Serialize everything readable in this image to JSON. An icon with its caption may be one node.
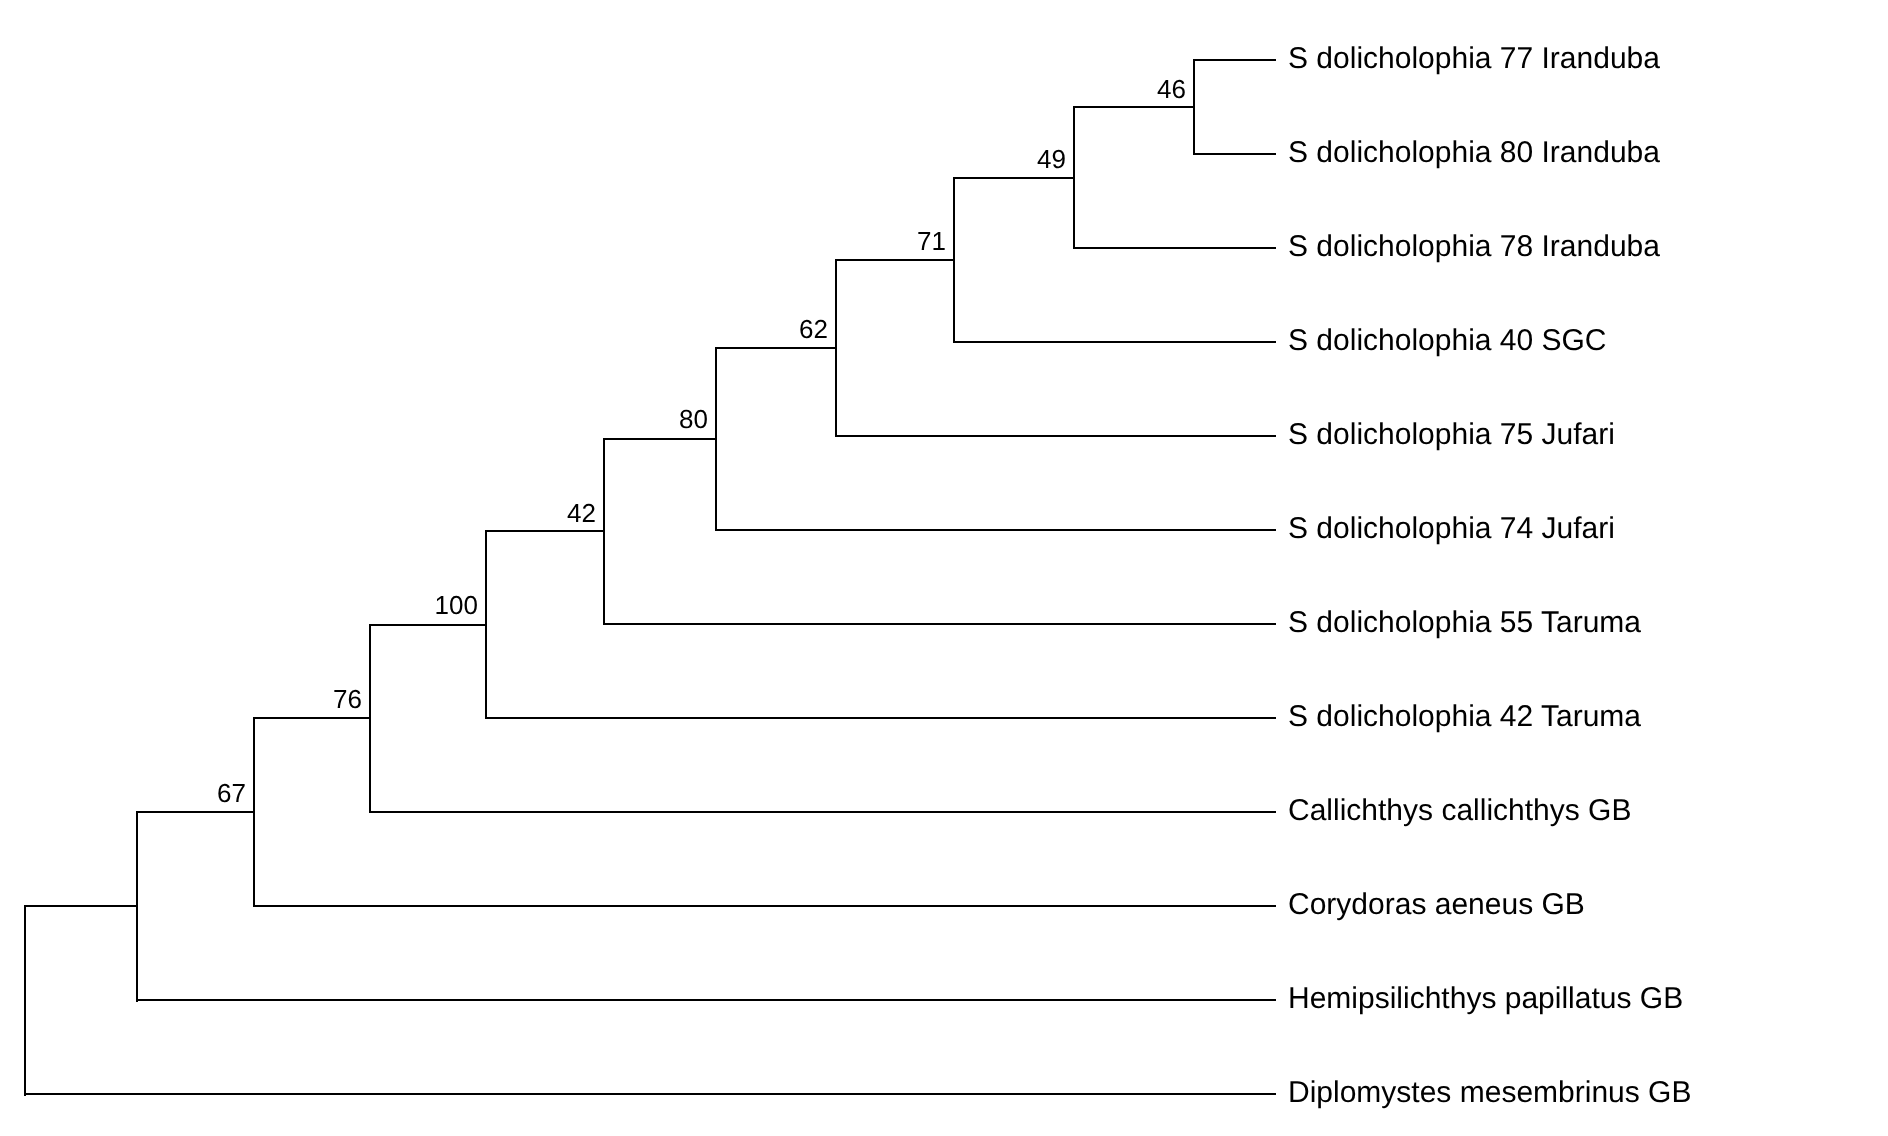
{
  "diagram": {
    "nodes": [
      {
        "text": [
          "S dolicholophia 77 Iranduba"
        ]
      },
      {
        "text": [
          "S dolicholophia 80 Iranduba"
        ]
      },
      {
        "text": [
          "S dolicholophia 78 Iranduba"
        ]
      },
      {
        "text": [
          "S dolicholophia 40 SGC"
        ]
      },
      {
        "text": [
          "S dolicholophia 75 Jufari"
        ]
      },
      {
        "text": [
          "S dolicholophia 74 Jufari"
        ]
      },
      {
        "text": [
          "S dolicholophia 55 Taruma"
        ]
      },
      {
        "text": [
          "S dolicholophia 42 Taruma"
        ]
      },
      {
        "text": [
          "Callichthys callichthys GB"
        ]
      },
      {
        "text": [
          "Corydoras aeneus GB"
        ]
      },
      {
        "text": [
          "Hemipsilichthys papillatus GB"
        ]
      },
      {
        "text": [
          "Diplomystes mesembrinus GB"
        ]
      },
      {
        "text": [
          "46"
        ]
      },
      {
        "text": [
          "49"
        ]
      },
      {
        "text": [
          "71"
        ]
      },
      {
        "text": [
          "62"
        ]
      },
      {
        "text": [
          "80"
        ]
      },
      {
        "text": [
          "42"
        ]
      },
      {
        "text": [
          "100"
        ]
      },
      {
        "text": [
          "76"
        ]
      },
      {
        "text": [
          "67"
        ]
      },
      {
        "text": [],
        "shape": "bar"
      },
      {
        "text": [],
        "shape": "bar"
      }
    ],
    "edges": [
      {
        "from": 12,
        "to": 0,
        "arrow": "none"
      },
      {
        "from": 12,
        "to": 1,
        "arrow": "none"
      },
      {
        "from": 13,
        "to": 12,
        "arrow": "none"
      },
      {
        "from": 13,
        "to": 2,
        "arrow": "none"
      },
      {
        "from": 14,
        "to": 13,
        "arrow": "none"
      },
      {
        "from": 14,
        "to": 3,
        "arrow": "none"
      },
      {
        "from": 15,
        "to": 14,
        "arrow": "none"
      },
      {
        "from": 15,
        "to": 4,
        "arrow": "none"
      },
      {
        "from": 16,
        "to": 15,
        "arrow": "none"
      },
      {
        "from": 16,
        "to": 5,
        "arrow": "none"
      },
      {
        "from": 17,
        "to": 16,
        "arrow": "none"
      },
      {
        "from": 17,
        "to": 6,
        "arrow": "none"
      },
      {
        "from": 18,
        "to": 17,
        "arrow": "none"
      },
      {
        "from": 18,
        "to": 7,
        "arrow": "none"
      },
      {
        "from": 19,
        "to": 18,
        "arrow": "none"
      },
      {
        "from": 19,
        "to": 8,
        "arrow": "none"
      },
      {
        "from": 20,
        "to": 19,
        "arrow": "none"
      },
      {
        "from": 20,
        "to": 9,
        "arrow": "none"
      },
      {
        "from": 22,
        "to": 20,
        "arrow": "none"
      },
      {
        "from": 22,
        "to": 10,
        "arrow": "none"
      },
      {
        "from": 21,
        "to": 22,
        "arrow": "none"
      },
      {
        "from": 21,
        "to": 11,
        "arrow": "none"
      }
    ]
  }
}
